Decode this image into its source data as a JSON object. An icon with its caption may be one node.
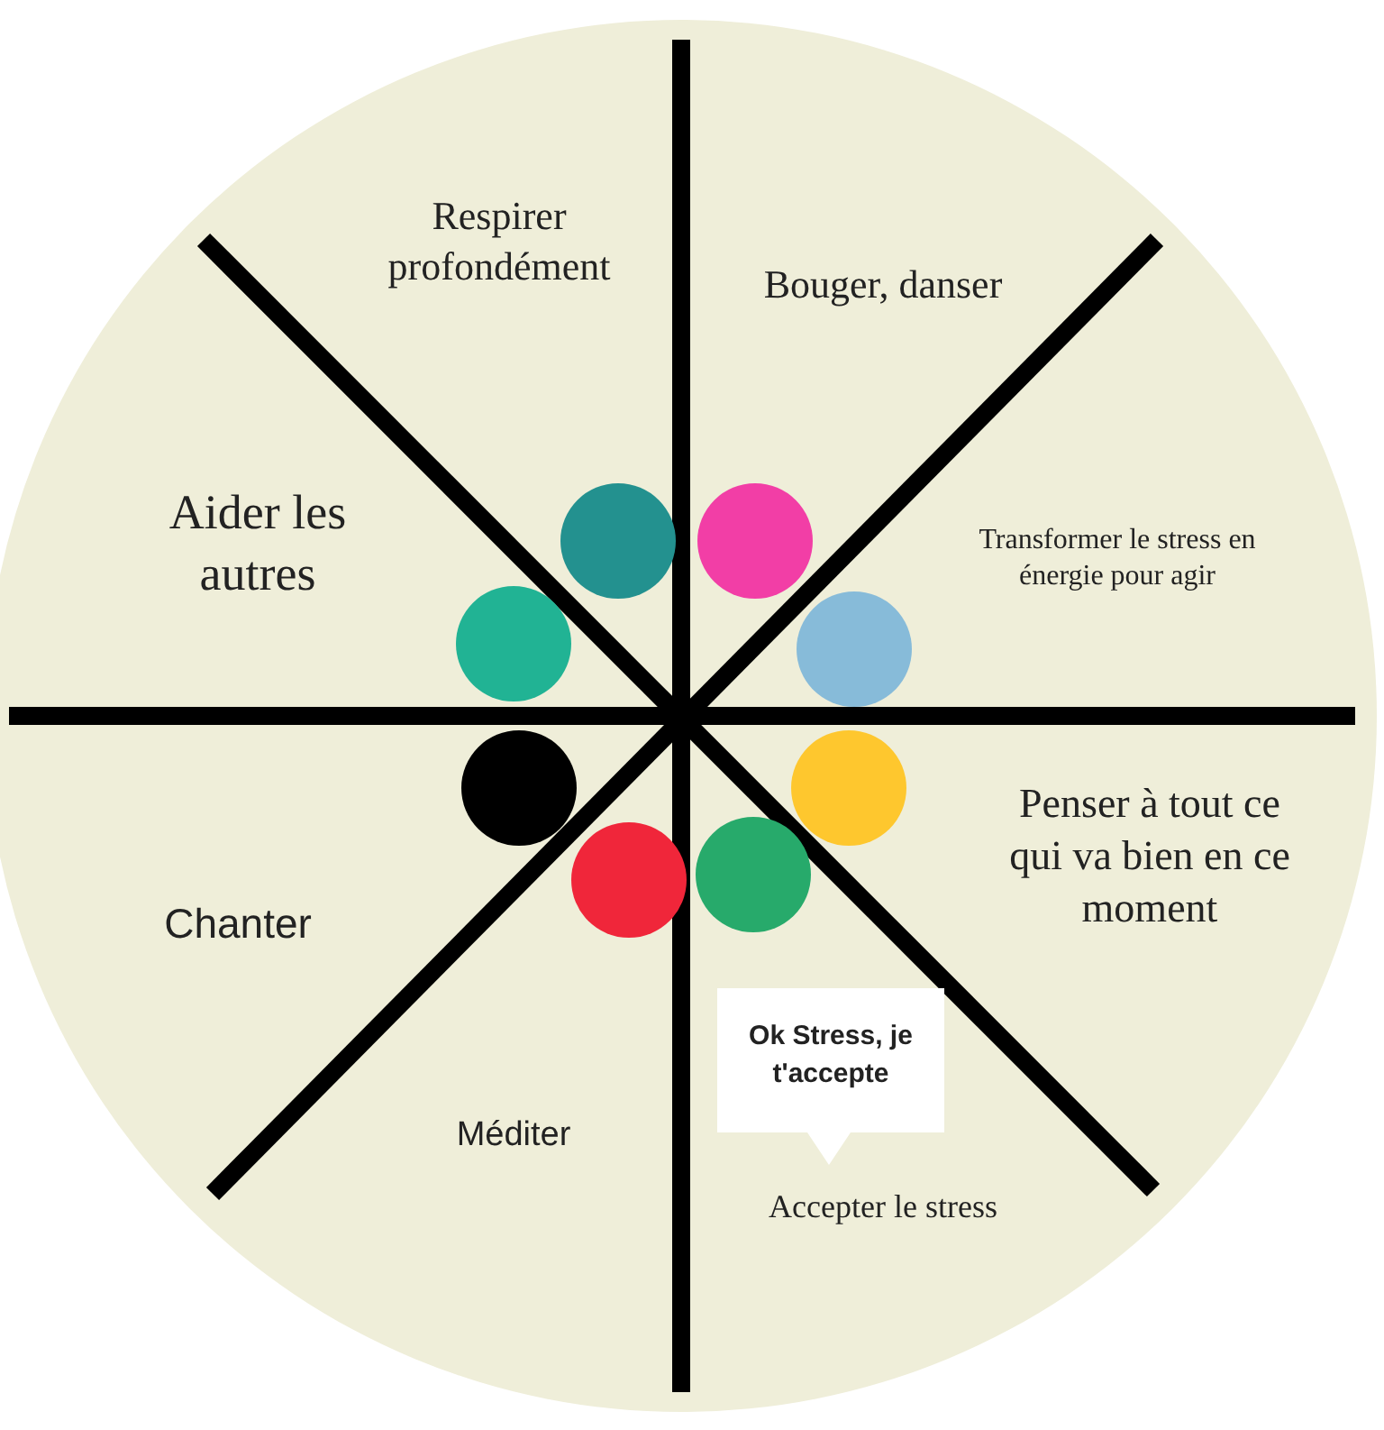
{
  "diagram": {
    "nodes": [
      {
        "text": [
          "Respirer profondément"
        ]
      },
      {
        "text": [
          "Bouger, danser"
        ]
      },
      {
        "text": [
          "Aider les autres"
        ]
      },
      {
        "text": [
          "Transformer le stress en énergie pour agir"
        ]
      },
      {
        "text": [],
        "shape": "circle"
      },
      {
        "text": [],
        "shape": "circle"
      },
      {
        "text": [],
        "shape": "circle"
      },
      {
        "text": [],
        "shape": "circle"
      },
      {
        "text": [],
        "shape": "circle"
      },
      {
        "text": [],
        "shape": "circle"
      },
      {
        "text": [
          "Chanter"
        ]
      },
      {
        "text": [],
        "shape": "circle"
      },
      {
        "text": [],
        "shape": "circle"
      },
      {
        "text": [
          "Penser à tout ce qui va bien en ce moment"
        ]
      },
      {
        "text": [
          "Méditer"
        ]
      },
      {
        "text": [
          "Ok Stress, je t'accepte"
        ]
      },
      {
        "text": [
          "Accepter le stress"
        ]
      }
    ]
  }
}
